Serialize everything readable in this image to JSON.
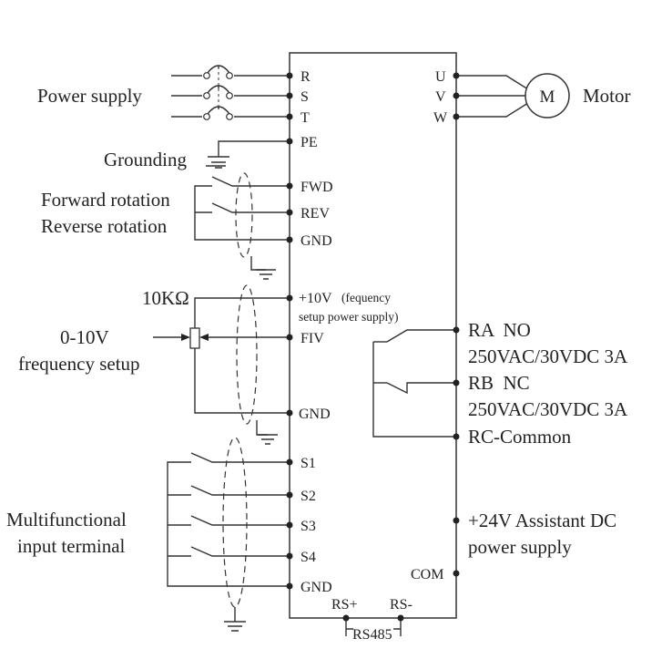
{
  "left_labels": {
    "power_supply": "Power supply",
    "grounding": "Grounding",
    "forward_rotation": "Forward rotation",
    "reverse_rotation": "Reverse rotation",
    "pot_value": "10KΩ",
    "analog_range": "0-10V",
    "analog_purpose": "frequency setup",
    "multi_input_1": "Multifunctional",
    "multi_input_2": "input terminal"
  },
  "terminals_left": {
    "r": "R",
    "s": "S",
    "t": "T",
    "pe": "PE",
    "fwd": "FWD",
    "rev": "REV",
    "gnd1": "GND",
    "p10v": "+10V",
    "p10v_note1": "(fequency",
    "p10v_note2": "setup power supply)",
    "fiv": "FIV",
    "gnd2": "GND",
    "s1": "S1",
    "s2": "S2",
    "s3": "S3",
    "s4": "S4",
    "gnd3": "GND"
  },
  "terminals_right": {
    "u": "U",
    "v": "V",
    "w": "W",
    "com": "COM",
    "ra": "RA  NO",
    "ra_rating": "250VAC/30VDC 3A",
    "rb": "RB  NC",
    "rb_rating": "250VAC/30VDC 3A",
    "rc": "RC-Common",
    "aux_24v_1": "+24V Assistant DC",
    "aux_24v_2": "power supply"
  },
  "bottom_terminals": {
    "rs_plus": "RS+",
    "rs_minus": "RS-",
    "bus": "RS485"
  },
  "motor": {
    "symbol": "M",
    "label": "Motor"
  }
}
